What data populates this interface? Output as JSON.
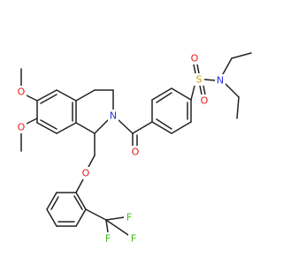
{
  "atom_labels": {
    "oxygen_methoxy_6": "O",
    "oxygen_methoxy_7": "O",
    "ring_nitrogen": "N",
    "carbonyl_oxygen": "O",
    "ether_oxygen": "O",
    "sulfur": "S",
    "sulfonyl_oxygen_upper": "O",
    "sulfonyl_oxygen_lower": "O",
    "sulfonamide_nitrogen": "N",
    "fluorine_1": "F",
    "fluorine_2": "F",
    "fluorine_3": "F"
  },
  "colors": {
    "bond": "#222222",
    "oxygen": "#e8191b",
    "nitrogen": "#2a2fe0",
    "sulfur": "#c8a400",
    "fluorine": "#3dbb1a"
  }
}
